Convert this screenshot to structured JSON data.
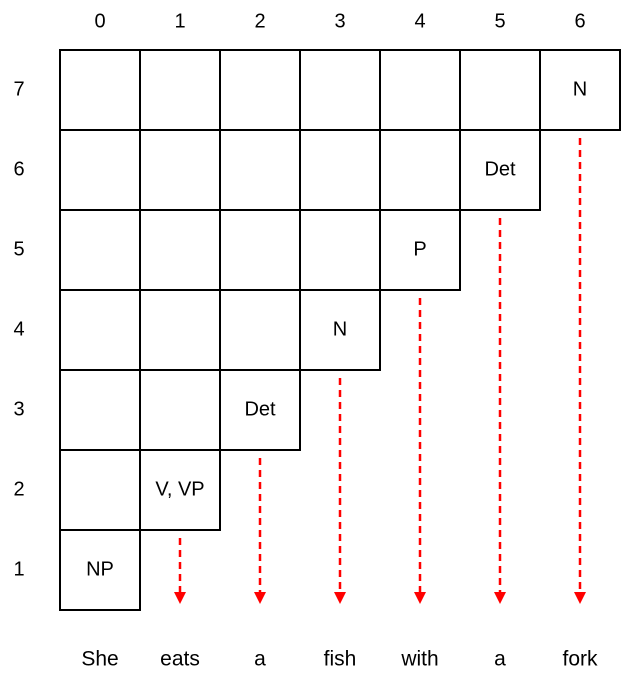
{
  "column_labels": [
    "0",
    "1",
    "2",
    "3",
    "4",
    "5",
    "6"
  ],
  "row_labels": [
    "7",
    "6",
    "5",
    "4",
    "3",
    "2",
    "1"
  ],
  "words": [
    "She",
    "eats",
    "a",
    "fish",
    "with",
    "a",
    "fork"
  ],
  "cells": [
    {
      "label": "N",
      "col": 6,
      "span": 7
    },
    {
      "label": "Det",
      "col": 5,
      "span": 6
    },
    {
      "label": "P",
      "col": 4,
      "span": 5
    },
    {
      "label": "N",
      "col": 3,
      "span": 4
    },
    {
      "label": "Det",
      "col": 2,
      "span": 3
    },
    {
      "label": "V, VP",
      "col": 1,
      "span": 2
    },
    {
      "label": "NP",
      "col": 0,
      "span": 1
    }
  ],
  "colors": {
    "arrow": "#ff0000",
    "grid": "#000000",
    "text": "#000000"
  }
}
